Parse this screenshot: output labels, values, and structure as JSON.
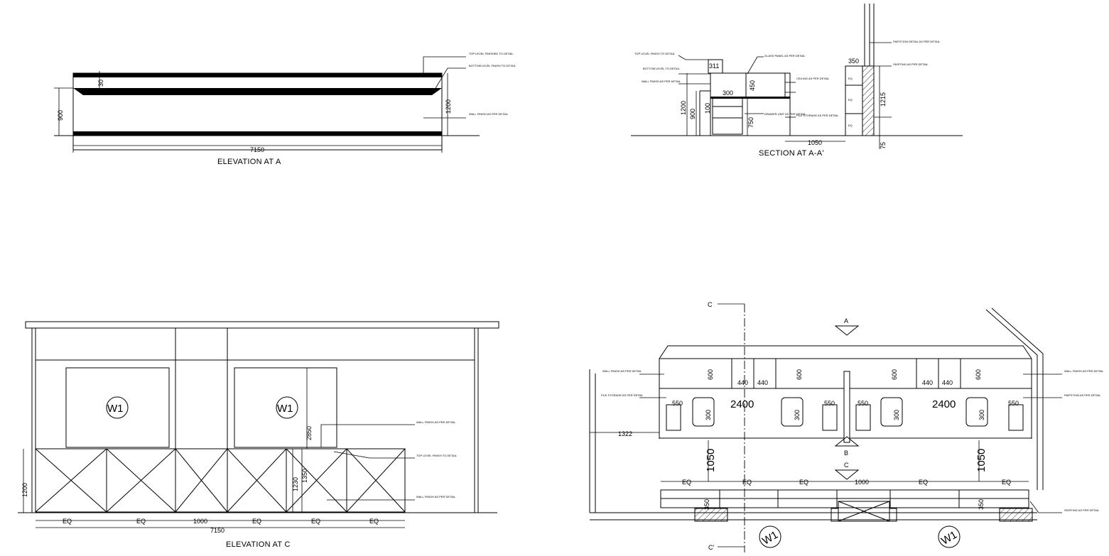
{
  "views": {
    "elevation_a": {
      "title": "ELEVATION AT A",
      "dims": {
        "width": "7150",
        "top_band": "30",
        "left_height": "900",
        "right_height": "1200"
      },
      "notes": [
        "TOP LEVEL FINISHED TO DETAIL",
        "BOTTOM LEVEL FINISH TO DETAIL",
        "WALL FINISH AS PER DETAIL"
      ]
    },
    "section_aa": {
      "title": "SECTION AT A-A'",
      "dims": {
        "d311": "311",
        "d300": "300",
        "d450": "450",
        "d1200": "1200",
        "d900": "900",
        "d100": "100",
        "d750": "750",
        "d1050": "1050",
        "d350": "350",
        "d1215": "1215",
        "d75": "75",
        "eq1": "EQ",
        "eq2": "EQ",
        "eq3": "EQ"
      },
      "notes": [
        "TOP LEVEL FINISH TO DETAIL",
        "BOTTOM LEVEL TO DETAIL",
        "WALL FINISH AS PER DETAIL",
        "GLASS PANEL AS PER DETAIL",
        "CEILING AS PER DETAIL",
        "DRAWER UNIT AS PER DETAIL",
        "FILE STORAGE AS PER DETAIL",
        "PARTITION DETAIL AS PER DETAIL",
        "SKIRTING AS PER DETAIL"
      ]
    },
    "elevation_c": {
      "title": "ELEVATION AT C",
      "window_tags": [
        "W1",
        "W1"
      ],
      "dims": {
        "width": "7150",
        "mid": "1000",
        "eq": "EQ",
        "h1200": "1200",
        "h1230": "1230",
        "h1350": "1350",
        "h2850": "2850"
      },
      "notes": [
        "WALL FINISH AS PER DETAIL",
        "TOP LEVEL FINISH TO DETAIL",
        "WALL FINISH AS PER DETAIL"
      ]
    },
    "plan": {
      "section_markers": {
        "a": "A",
        "b": "B",
        "c": "C",
        "c_top": "C",
        "c_bottom": "C'"
      },
      "window_tags": [
        "W1",
        "W1"
      ],
      "dims": {
        "d2400_left": "2400",
        "d2400_right": "2400",
        "d1322": "1322",
        "d1050_left": "1050",
        "d1050_right": "1050",
        "d350_left": "350",
        "d350_right": "350",
        "d1000": "1000",
        "d600": "600",
        "d440": "440",
        "d550": "550",
        "d300": "300",
        "eq": "EQ"
      },
      "notes": [
        "WALL FINISH AS PER DETAIL",
        "FILE STORAGE AS PER DETAIL",
        "WALL FINISH AS PER DETAIL",
        "PARTITION AS PER DETAIL",
        "SKIRTING AS PER DETAIL"
      ]
    }
  }
}
